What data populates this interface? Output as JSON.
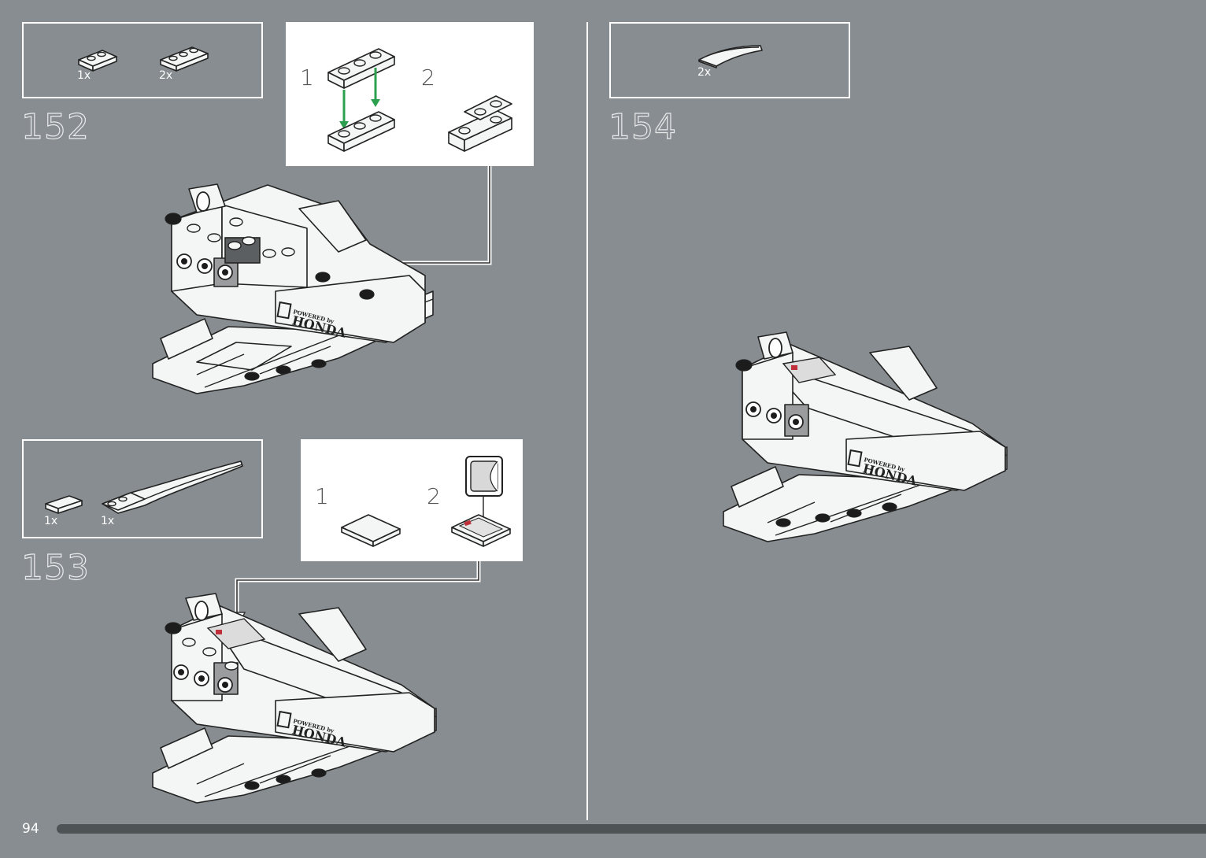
{
  "page": {
    "number": "94"
  },
  "steps": [
    {
      "number": "152",
      "parts": [
        {
          "qty": "1x",
          "icon": "plate-1x2-icon"
        },
        {
          "qty": "2x",
          "icon": "plate-1x3-icon"
        }
      ],
      "subassembly": {
        "step1": "1",
        "step2": "2"
      }
    },
    {
      "number": "153",
      "parts": [
        {
          "qty": "1x",
          "icon": "tile-1x2-icon"
        },
        {
          "qty": "1x",
          "icon": "curved-slope-plate-icon"
        }
      ],
      "subassembly": {
        "step1": "1",
        "step2": "2"
      }
    },
    {
      "number": "154",
      "parts": [
        {
          "qty": "2x",
          "icon": "curved-slope-icon"
        }
      ]
    }
  ],
  "model": {
    "logo_line1": "POWERED by",
    "logo_line2": "HONDA"
  },
  "colors": {
    "background": "#878d90",
    "arrow": "#2ca04f",
    "border": "#ffffff",
    "page_bar": "#4e5356"
  }
}
